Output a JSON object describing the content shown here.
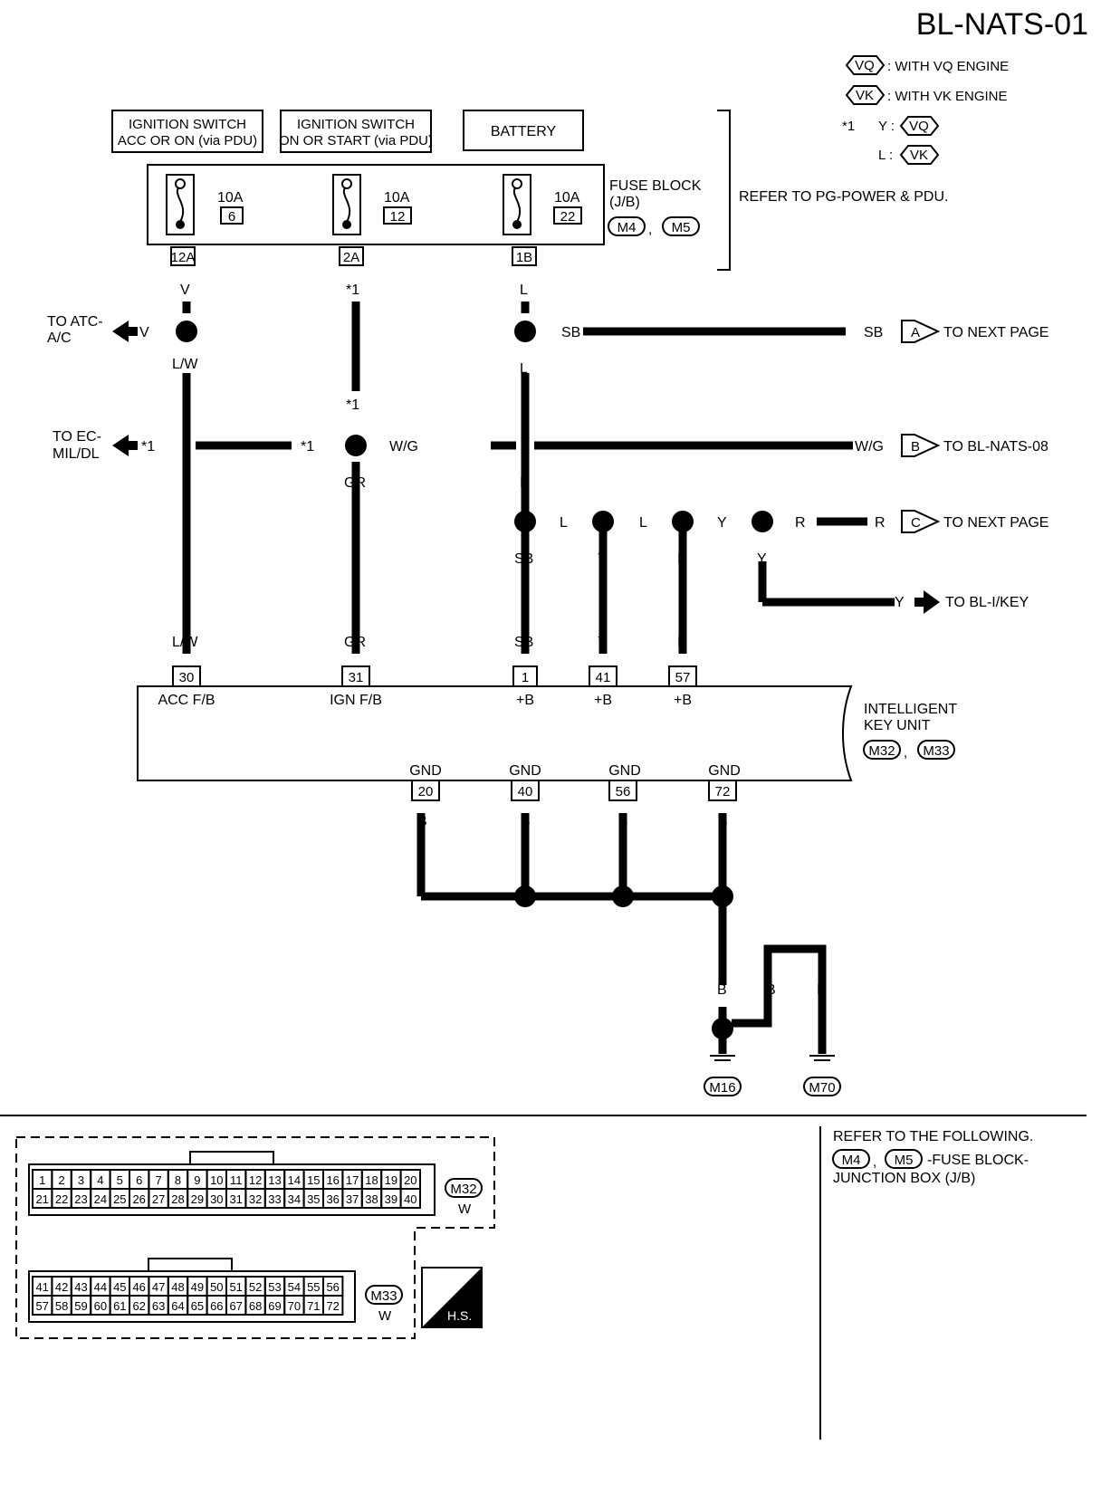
{
  "page_id": "BL-NATS-01",
  "legend": {
    "vq": "VQ",
    "vq_text": ": WITH VQ ENGINE",
    "vk": "VK",
    "vk_text": ": WITH VK ENGINE",
    "star": "*1",
    "y": "Y :",
    "l": "L :"
  },
  "sources": {
    "ign1_a": "IGNITION SWITCH",
    "ign1_b": "ACC OR ON (via PDU)",
    "ign2_a": "IGNITION SWITCH",
    "ign2_b": "ON OR START (via PDU)",
    "battery": "BATTERY"
  },
  "fuses": [
    {
      "amp": "10A",
      "num": "6",
      "term": "12A"
    },
    {
      "amp": "10A",
      "num": "12",
      "term": "2A"
    },
    {
      "amp": "10A",
      "num": "22",
      "term": "1B"
    }
  ],
  "fuse_block": {
    "l1": "FUSE BLOCK",
    "l2": "(J/B)",
    "c1": "M4",
    "c2": "M5",
    "refer": "REFER TO PG-POWER & PDU."
  },
  "offpage": {
    "atc1": "TO ATC-",
    "atc2": "A/C",
    "ec1": "TO EC-",
    "ec2": "MIL/DL",
    "a": "A",
    "a_t": "TO NEXT PAGE",
    "b": "B",
    "b_t": "TO BL-NATS-08",
    "c": "C",
    "c_t": "TO NEXT PAGE",
    "ikey": "TO BL-I/KEY"
  },
  "colors": {
    "v": "V",
    "lw": "L/W",
    "star1": "*1",
    "wg": "W/G",
    "gr": "GR",
    "l": "L",
    "sb": "SB",
    "y": "Y",
    "r": "R",
    "b": "B"
  },
  "unit": {
    "name1": "INTELLIGENT",
    "name2": "KEY UNIT",
    "c1": "M32",
    "c2": "M33",
    "pins": [
      {
        "n": "30",
        "f": "ACC F/B"
      },
      {
        "n": "31",
        "f": "IGN F/B"
      },
      {
        "n": "1",
        "f": "+B"
      },
      {
        "n": "41",
        "f": "+B"
      },
      {
        "n": "57",
        "f": "+B"
      }
    ],
    "gnd": [
      {
        "n": "20",
        "f": "GND"
      },
      {
        "n": "40",
        "f": "GND"
      },
      {
        "n": "56",
        "f": "GND"
      },
      {
        "n": "72",
        "f": "GND"
      }
    ]
  },
  "grounds": [
    "M16",
    "M70"
  ],
  "ref": {
    "l1": "REFER TO THE FOLLOWING.",
    "c1": "M4",
    "c2": "M5",
    "l2": "-FUSE BLOCK-",
    "l3": "JUNCTION BOX (J/B)"
  },
  "connectors": {
    "m32": "M32",
    "m33": "M33",
    "color": "W",
    "hs": "H.S."
  }
}
